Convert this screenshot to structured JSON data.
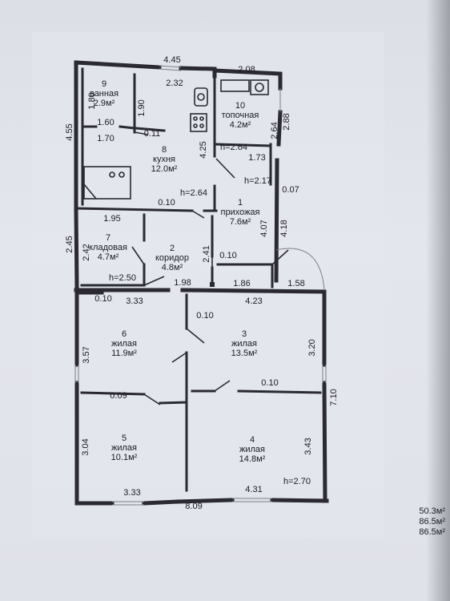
{
  "rooms": [
    {
      "num": "9",
      "name": "ванная",
      "area": "2.9м²"
    },
    {
      "num": "10",
      "name": "топочная",
      "area": "4.2м²"
    },
    {
      "num": "8",
      "name": "кухня",
      "area": "12.0м²"
    },
    {
      "num": "1",
      "name": "прихожая",
      "area": "7.6м²"
    },
    {
      "num": "7",
      "name": "кладовая",
      "area": "4.7м²"
    },
    {
      "num": "2",
      "name": "коридор",
      "area": "4.8м²"
    },
    {
      "num": "6",
      "name": "жилая",
      "area": "11.9м²"
    },
    {
      "num": "3",
      "name": "жилая",
      "area": "13.5м²"
    },
    {
      "num": "5",
      "name": "жилая",
      "area": "10.1м²"
    },
    {
      "num": "4",
      "name": "жилая",
      "area": "14.8м²"
    }
  ],
  "dimensions": [
    "4.45",
    "2.08",
    "2.32",
    "1.80",
    "1.90",
    "1.60",
    "0.11",
    "1.70",
    "4.55",
    "2.88",
    "2.64",
    "4.25",
    "h=2.64",
    "1.73",
    "h=2.17",
    "0.07",
    "0.10",
    "h=2.64",
    "1.95",
    "4.07",
    "4.18",
    "2.45",
    "2.42",
    "2.41",
    "0.10",
    "h=2.50",
    "1.98",
    "1.86",
    "1.58",
    "0.10",
    "3.33",
    "4.23",
    "0.10",
    "3.57",
    "3.20",
    "0.10",
    "0.09",
    "7.10",
    "3.04",
    "3.43",
    "h=2.70",
    "3.33",
    "4.31",
    "8.09"
  ],
  "area_totals": [
    "50.3м²",
    "86.5м²",
    "86.5м²"
  ]
}
